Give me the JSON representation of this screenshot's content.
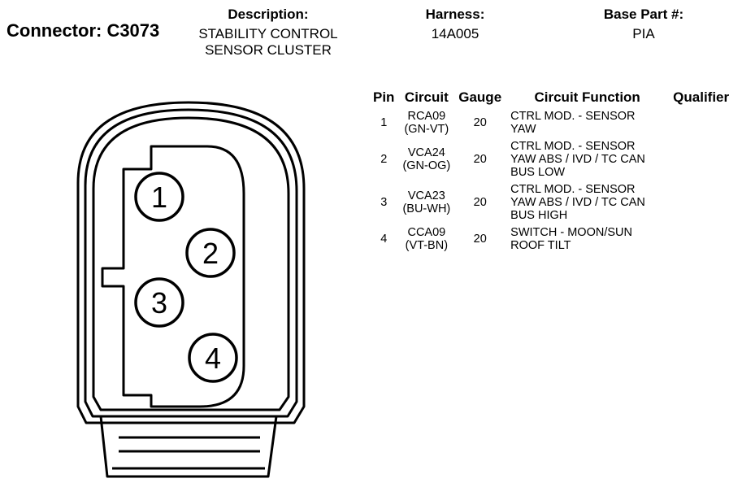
{
  "connector": {
    "label": "Connector: C3073"
  },
  "header": {
    "description_label": "Description:",
    "description_lines": [
      "STABILITY CONTROL",
      "SENSOR CLUSTER"
    ],
    "harness_label": "Harness:",
    "harness_value": "14A005",
    "base_part_label": "Base Part #:",
    "base_part_value": "PIA"
  },
  "table": {
    "columns": [
      "Pin",
      "Circuit",
      "Gauge",
      "Circuit Function",
      "Qualifier"
    ],
    "rows": [
      {
        "pin": "1",
        "circuit": [
          "RCA09",
          "(GN-VT)"
        ],
        "gauge": "20",
        "function": [
          "CTRL MOD. - SENSOR",
          "YAW"
        ],
        "qualifier": ""
      },
      {
        "pin": "2",
        "circuit": [
          "VCA24",
          "(GN-OG)"
        ],
        "gauge": "20",
        "function": [
          "CTRL MOD. - SENSOR",
          "YAW ABS / IVD / TC CAN",
          "BUS LOW"
        ],
        "qualifier": ""
      },
      {
        "pin": "3",
        "circuit": [
          "VCA23",
          "(BU-WH)"
        ],
        "gauge": "20",
        "function": [
          "CTRL MOD. - SENSOR",
          "YAW ABS / IVD / TC CAN",
          "BUS HIGH"
        ],
        "qualifier": ""
      },
      {
        "pin": "4",
        "circuit": [
          "CCA09",
          "(VT-BN)"
        ],
        "gauge": "20",
        "function": [
          "SWITCH - MOON/SUN",
          "ROOF TILT"
        ],
        "qualifier": ""
      }
    ]
  },
  "diagram": {
    "pin_labels": [
      "1",
      "2",
      "3",
      "4"
    ]
  }
}
